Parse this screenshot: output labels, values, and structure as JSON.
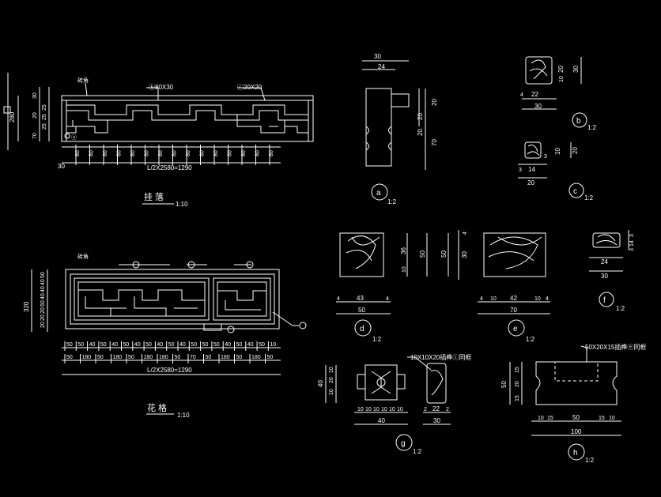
{
  "colors": {
    "background": "#000000",
    "line": "#ffffff",
    "accent": "#ffffff"
  },
  "title_top": "挂 落",
  "scale_top": "1:10",
  "title_bottom": "花 格",
  "scale_bottom": "1:10",
  "top_callouts": {
    "b": "ⓑ80X30",
    "c": "ⓒ20X20",
    "a": "ⓐ",
    "small": "砖角"
  },
  "top_left_dims": [
    "280",
    "30",
    "20",
    "25",
    "25",
    "25",
    "70"
  ],
  "top_total": "L/2X2580=1290",
  "top_pitch": [
    "80",
    "80",
    "80",
    "80",
    "80",
    "80",
    "80",
    "80",
    "80",
    "80",
    "80",
    "80",
    "80",
    "80",
    "80"
  ],
  "top_first": "30",
  "bot_left_dims": [
    "320",
    "50",
    "40",
    "40",
    "40",
    "50",
    "20",
    "20",
    "20"
  ],
  "bot_callouts": {
    "d": "ⓓ",
    "e": "ⓔ",
    "b": "ⓑ",
    "f": "ⓕ",
    "small": "砖角"
  },
  "bot_row1": [
    "50",
    "50",
    "40",
    "50",
    "40",
    "50",
    "40",
    "50",
    "40",
    "50",
    "40",
    "50",
    "50",
    "50",
    "40",
    "50",
    "40",
    "50",
    "10"
  ],
  "bot_row2": [
    "50",
    "180",
    "50",
    "180",
    "50",
    "180",
    "180",
    "50",
    "70",
    "50",
    "180",
    "50",
    "180",
    "50"
  ],
  "bot_total": "L/2X2580=1290",
  "detail_a": {
    "label": "a",
    "scale": "1:2",
    "dims": [
      "30",
      "24",
      "20",
      "20",
      "20",
      "70"
    ]
  },
  "detail_b": {
    "label": "b",
    "scale": "1:2",
    "dims": [
      "22",
      "30",
      "4",
      "20",
      "10",
      "30"
    ]
  },
  "detail_c": {
    "label": "c",
    "scale": "1:2",
    "dims": [
      "14",
      "20",
      "3",
      "10",
      "3",
      "20"
    ]
  },
  "detail_d": {
    "label": "d",
    "scale": "1:2",
    "dims": [
      "43",
      "50",
      "4",
      "4",
      "36",
      "10",
      "50"
    ]
  },
  "detail_e": {
    "label": "e",
    "scale": "1:2",
    "dims": [
      "42",
      "70",
      "10",
      "10",
      "4",
      "4",
      "50",
      "30",
      "4"
    ]
  },
  "detail_f": {
    "label": "f",
    "scale": "1:2",
    "dims": [
      "24",
      "30",
      "3",
      "14",
      "3"
    ]
  },
  "detail_g": {
    "label": "g",
    "scale": "1:2",
    "note": "10X10X20插榫ⓒ同框",
    "dims": [
      "40",
      "10",
      "10",
      "10",
      "10",
      "10",
      "10",
      "10",
      "20",
      "10",
      "22",
      "30",
      "2",
      "2",
      "40"
    ]
  },
  "detail_h": {
    "label": "h",
    "scale": "1:2",
    "note": "50X20X15插榫ⓔ同框",
    "dims": [
      "100",
      "10",
      "15",
      "50",
      "15",
      "10",
      "50",
      "15",
      "20",
      "15"
    ]
  }
}
